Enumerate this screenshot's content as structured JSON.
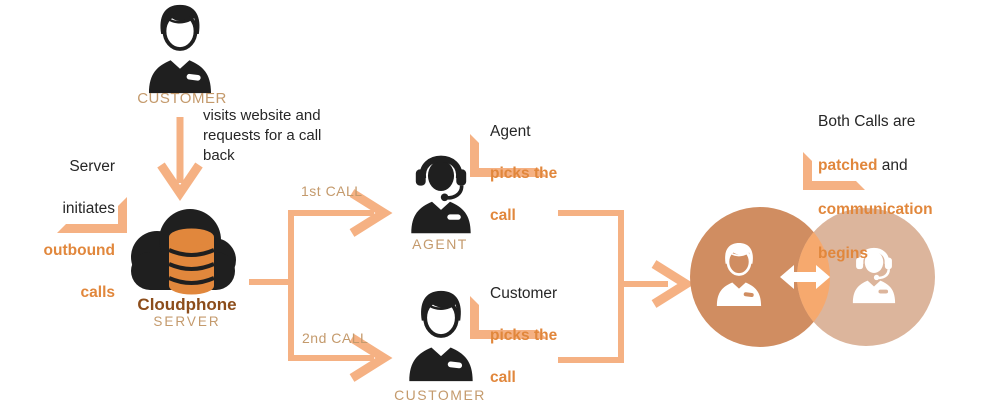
{
  "colors": {
    "connector_orange": "#F5B183",
    "accent_text_orange": "#E1873C",
    "label_tan": "#C49A6C",
    "cloudphone_dark": "#8C4D1B",
    "ink": "#232323",
    "venn_left_circle": "#D08D61",
    "venn_right_circle": "#DCB59C",
    "venn_overlap": "#F6A96E",
    "venn_icon_white": "#FFFFFF"
  },
  "icons": {
    "customer_top": "person-icon",
    "server": "cloud-database-icon",
    "agent": "agent-headset-icon",
    "customer_bottom": "person-icon",
    "venn_left": "person-icon",
    "venn_right": "agent-headset-icon",
    "venn_center": "double-arrow-icon"
  },
  "nodes": {
    "customer_top": {
      "label": "CUSTOMER"
    },
    "visits_note": {
      "text": "visits website and requests for a call back"
    },
    "server_note": {
      "l1": "Server",
      "l2": "initiates",
      "l3": "outbound",
      "l4": "calls"
    },
    "cloudphone": {
      "title": "Cloudphone",
      "subtitle": "SERVER"
    },
    "calls": {
      "first": "1st CALL",
      "second": "2nd CALL"
    },
    "agent": {
      "label": "AGENT"
    },
    "agent_note": {
      "l1": "Agent",
      "l2": "picks the",
      "l3": "call"
    },
    "customer_bottom": {
      "label": "CUSTOMER"
    },
    "customer_note": {
      "l1": "Customer",
      "l2": "picks the",
      "l3": "call"
    },
    "patch_note": {
      "l1": "Both Calls are",
      "l2_accent": "patched",
      "l2_rest": " and",
      "l3": "communication",
      "l4": "begins"
    }
  }
}
